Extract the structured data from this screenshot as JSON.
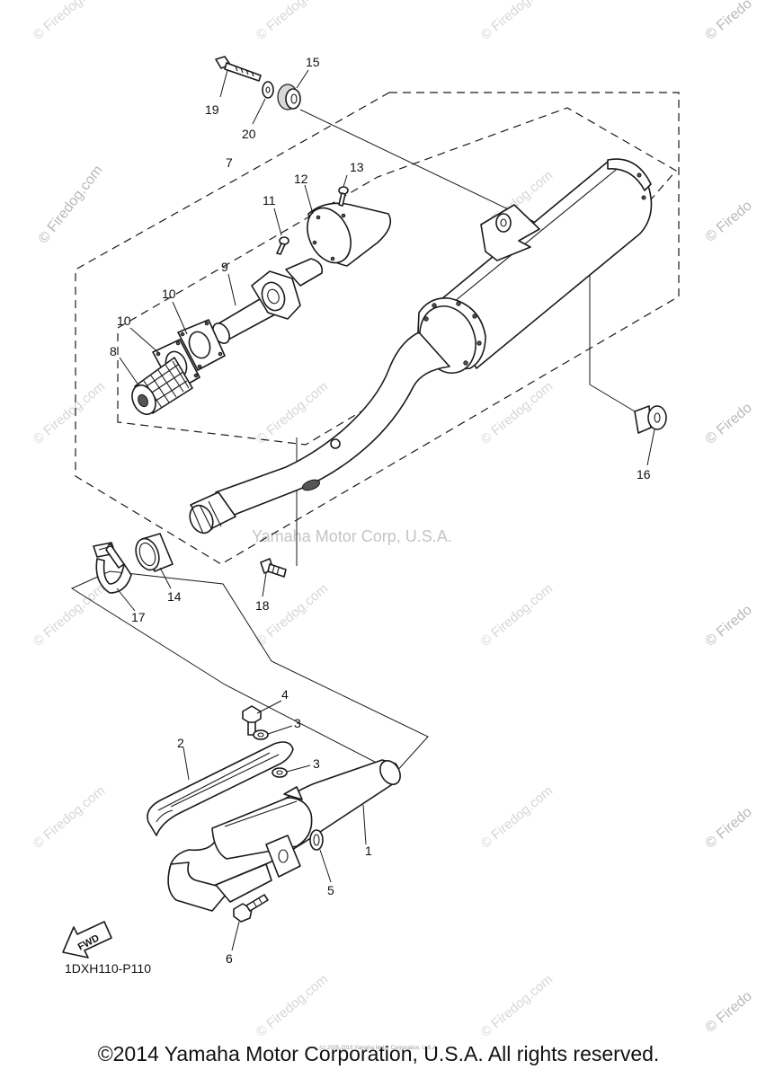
{
  "diagram": {
    "callouts": [
      {
        "id": "1",
        "label": "1"
      },
      {
        "id": "2",
        "label": "2"
      },
      {
        "id": "3a",
        "label": "3"
      },
      {
        "id": "3b",
        "label": "3"
      },
      {
        "id": "4",
        "label": "4"
      },
      {
        "id": "5",
        "label": "5"
      },
      {
        "id": "6",
        "label": "6"
      },
      {
        "id": "7",
        "label": "7"
      },
      {
        "id": "8",
        "label": "8"
      },
      {
        "id": "9",
        "label": "9"
      },
      {
        "id": "10a",
        "label": "10"
      },
      {
        "id": "10b",
        "label": "10"
      },
      {
        "id": "11",
        "label": "11"
      },
      {
        "id": "12",
        "label": "12"
      },
      {
        "id": "13",
        "label": "13"
      },
      {
        "id": "14",
        "label": "14"
      },
      {
        "id": "15",
        "label": "15"
      },
      {
        "id": "16",
        "label": "16"
      },
      {
        "id": "17",
        "label": "17"
      },
      {
        "id": "18",
        "label": "18"
      },
      {
        "id": "19",
        "label": "19"
      },
      {
        "id": "20",
        "label": "20"
      }
    ],
    "fwd_label": "FWD",
    "diagram_code": "1DXH110-P110"
  },
  "watermarks": {
    "firedog": "© Firedog.com",
    "side_text": "© Firedo",
    "center": "Yamaha Motor Corp, U.S.A."
  },
  "footer": {
    "copyright": "©2014 Yamaha Motor Corporation, U.S.A. All rights reserved.",
    "small_print": "(c) 2005-2015 Yamaha Motor Corporation, U.S.A."
  }
}
